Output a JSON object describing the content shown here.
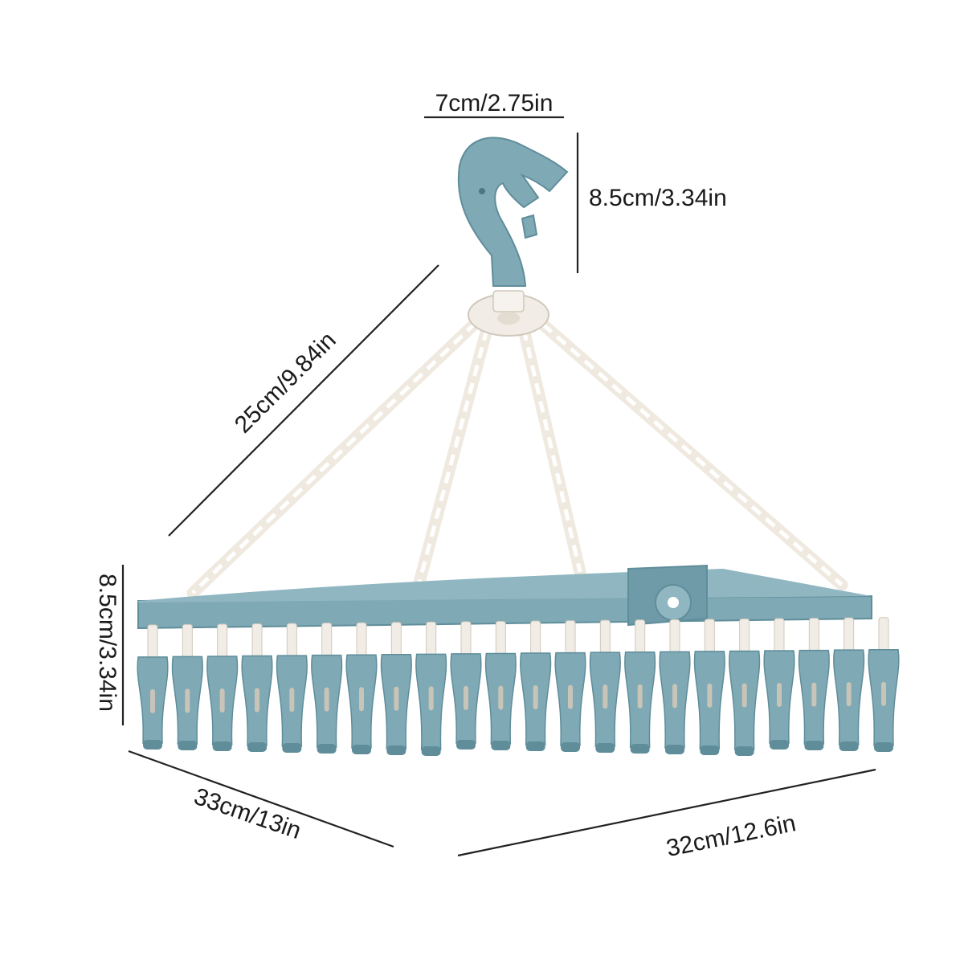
{
  "dimensions": {
    "hook_width": "7cm/2.75in",
    "hook_height": "8.5cm/3.34in",
    "chain_length": "25cm/9.84in",
    "frame_height": "8.5cm/3.34in",
    "frame_depth": "33cm/13in",
    "frame_width": "32cm/12.6in"
  },
  "colors": {
    "plastic_blue": "#7fa9b5",
    "plastic_blue_dark": "#5f8d9a",
    "chain_white": "#f1ede6",
    "dimension_line": "#222222"
  }
}
